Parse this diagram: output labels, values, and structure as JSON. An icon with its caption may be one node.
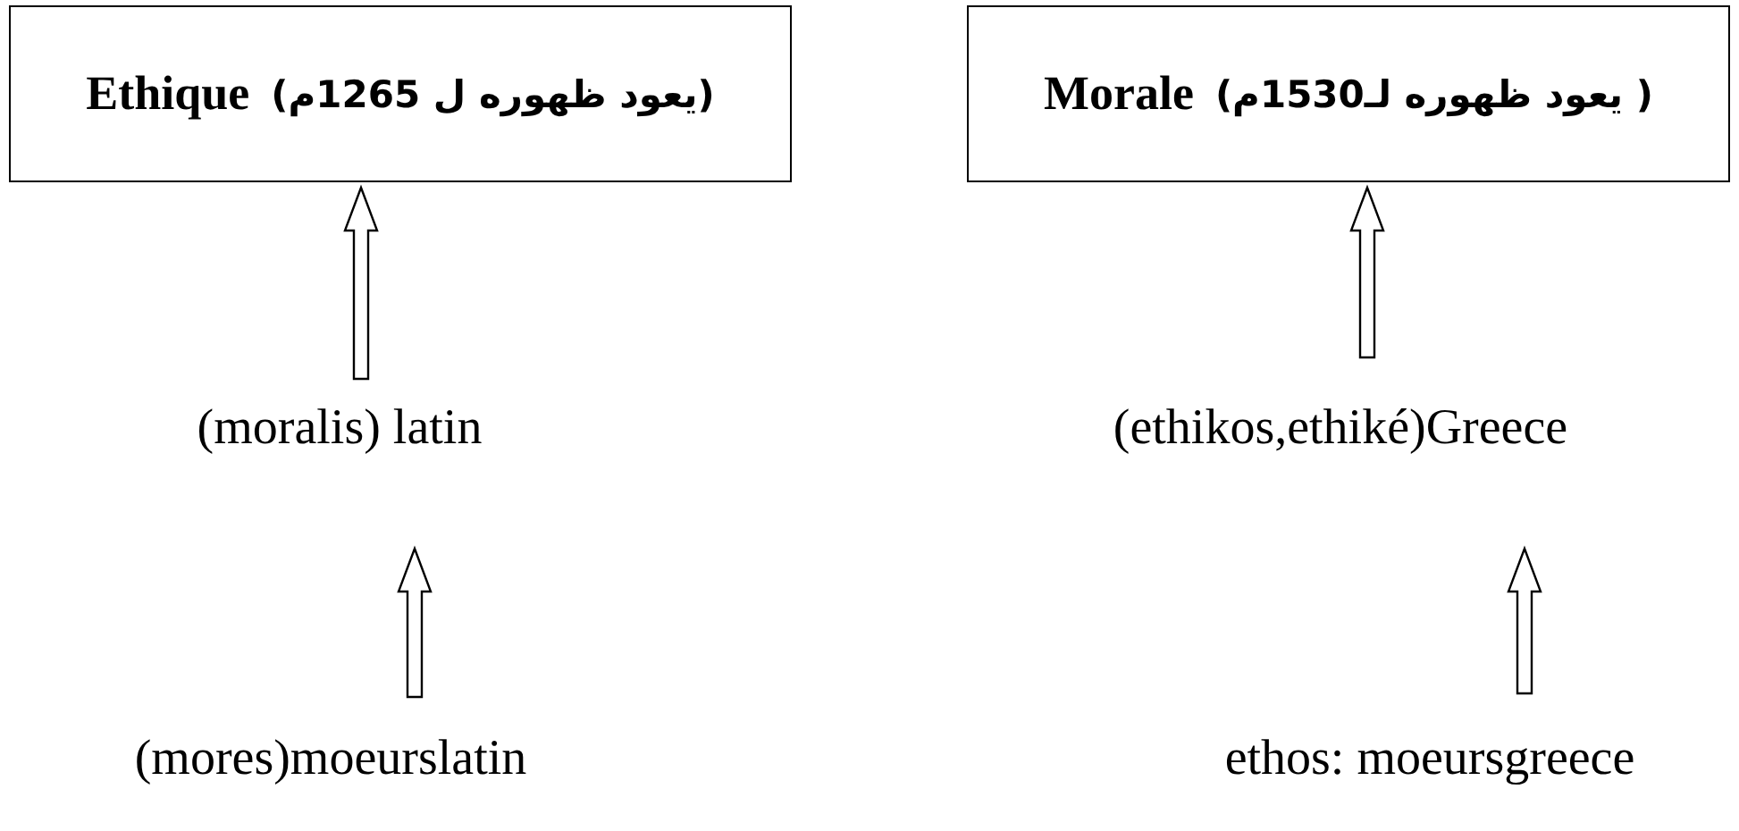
{
  "diagram": {
    "nodes": [
      {
        "text": [
          "Ethique",
          "(يعود ظهوره ل 1265م)"
        ]
      },
      {
        "text": [
          "Morale",
          "( يعود ظهوره لـ1530م)"
        ]
      },
      {
        "text": [
          "(moralis) latin"
        ]
      },
      {
        "text": [
          "(ethikos,ethiké)Greece"
        ]
      },
      {
        "text": [
          "(mores)moeurslatin"
        ]
      },
      {
        "text": [
          "ethos: moeursgreece"
        ]
      }
    ],
    "edges": [
      {
        "from": 2,
        "to": 0,
        "arrow": "to"
      },
      {
        "from": 3,
        "to": 1,
        "arrow": "to"
      },
      {
        "from": 4,
        "to": 2,
        "arrow": "to"
      },
      {
        "from": 5,
        "to": 3,
        "arrow": "to"
      }
    ]
  }
}
